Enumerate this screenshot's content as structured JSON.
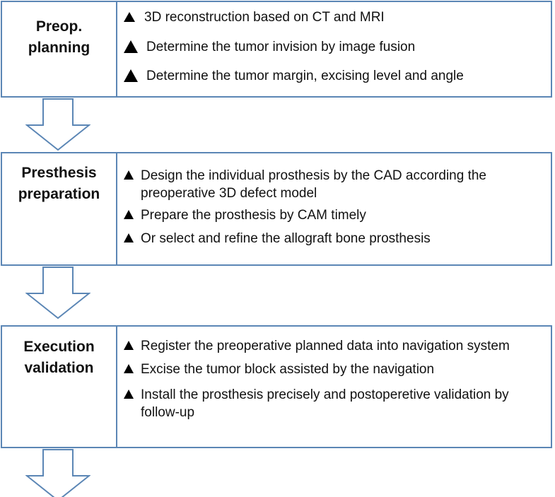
{
  "boxes": [
    {
      "title": "Preop.\nplanning",
      "items": [
        {
          "text": "3D reconstruction based on CT and MRI"
        },
        {
          "text": "Determine the tumor invision by image fusion"
        },
        {
          "text": "Determine the tumor margin, excising level and angle"
        }
      ]
    },
    {
      "title": "Presthesis\npreparation",
      "items": [
        {
          "text": "Design the individual prosthesis by the CAD according the preoperative 3D defect model"
        },
        {
          "text": "Prepare the prosthesis by CAM timely"
        },
        {
          "text": "Or select and refine the allograft bone prosthesis"
        }
      ]
    },
    {
      "title": "Execution\nvalidation",
      "items": [
        {
          "text": "Register the preoperative planned data into navigation system"
        },
        {
          "text": "Excise the tumor block assisted by the navigation"
        },
        {
          "text": "Install the prosthesis precisely and postoperetive validation by follow-up"
        }
      ]
    }
  ],
  "colors": {
    "border": "#5b86b5",
    "arrow_stroke": "#5b86b5",
    "bullet": "#000000"
  },
  "icons": {
    "bullet": "triangle-bullet-icon",
    "connector": "down-arrow-icon"
  }
}
